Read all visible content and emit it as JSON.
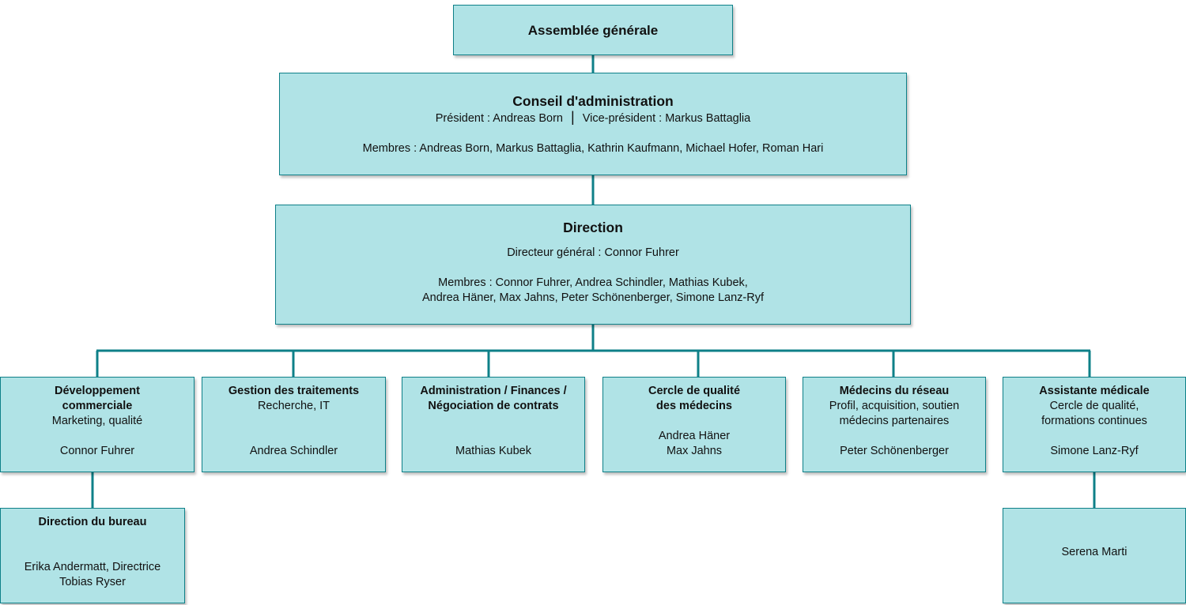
{
  "assemblee": {
    "title": "Assemblée générale"
  },
  "conseil": {
    "title": "Conseil d'administration",
    "president": "Président : Andreas Born",
    "separator": "|",
    "vice_president": "Vice-président : Markus Battaglia",
    "members": "Membres : Andreas Born, Markus Battaglia, Kathrin Kaufmann, Michael Hofer, Roman Hari"
  },
  "direction": {
    "title": "Direction",
    "ceo": "Directeur général : Connor Fuhrer",
    "members_line1": "Membres : Connor Fuhrer, Andrea Schindler, Mathias Kubek,",
    "members_line2": "Andrea Häner, Max Jahns, Peter Schönenberger, Simone Lanz-Ryf"
  },
  "departments": [
    {
      "title_1": "Développement",
      "title_2": "commerciale",
      "desc_1": "Marketing, qualité",
      "person_1": "Connor Fuhrer"
    },
    {
      "title_1": "Gestion des traitements",
      "desc_1": "Recherche, IT",
      "person_1": "Andrea Schindler"
    },
    {
      "title_1": "Administration / Finances /",
      "title_2": "Négociation de contrats",
      "person_1": "Mathias Kubek"
    },
    {
      "title_1": "Cercle de qualité",
      "title_2": "des médecins",
      "person_1": "Andrea Häner",
      "person_2": "Max Jahns"
    },
    {
      "title_1": "Médecins du réseau",
      "desc_1": "Profil, acquisition, soutien",
      "desc_2": "médecins partenaires",
      "person_1": "Peter Schönenberger"
    },
    {
      "title_1": "Assistante médicale",
      "desc_1": "Cercle de qualité,",
      "desc_2": "formations continues",
      "person_1": "Simone Lanz-Ryf"
    }
  ],
  "sub_units": {
    "bureau": {
      "title": "Direction du bureau",
      "person_1": "Erika Andermatt, Directrice",
      "person_2": "Tobias Ryser"
    },
    "assistante": {
      "person_1": "Serena Marti"
    }
  },
  "colors": {
    "box_fill": "#b0e3e6",
    "box_border": "#0e8088",
    "connector": "#0e8088"
  }
}
